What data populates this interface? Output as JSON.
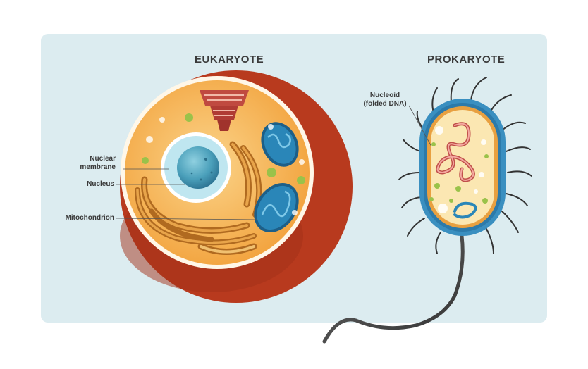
{
  "eukaryote": {
    "title": "EUKARYOTE",
    "labels": {
      "nuclear_membrane_line1": "Nuclear",
      "nuclear_membrane_line2": "membrane",
      "nucleus": "Nucleus",
      "mitochondrion": "Mitochondrion"
    }
  },
  "prokaryote": {
    "title": "PROKARYOTE",
    "labels": {
      "nucleoid_line1": "Nucleoid",
      "nucleoid_line2": "(folded DNA)"
    }
  },
  "colors": {
    "panel_bg": "#dcecf0",
    "cell_membrane": "#b83a1e",
    "cytoplasm": "#f5b04a",
    "nucleus": "#5ab0c8",
    "mitochondria": "#2a86b8",
    "golgi": "#c04a40",
    "bacterium_wall": "#3a8fc0",
    "dna": "#e06a60"
  }
}
